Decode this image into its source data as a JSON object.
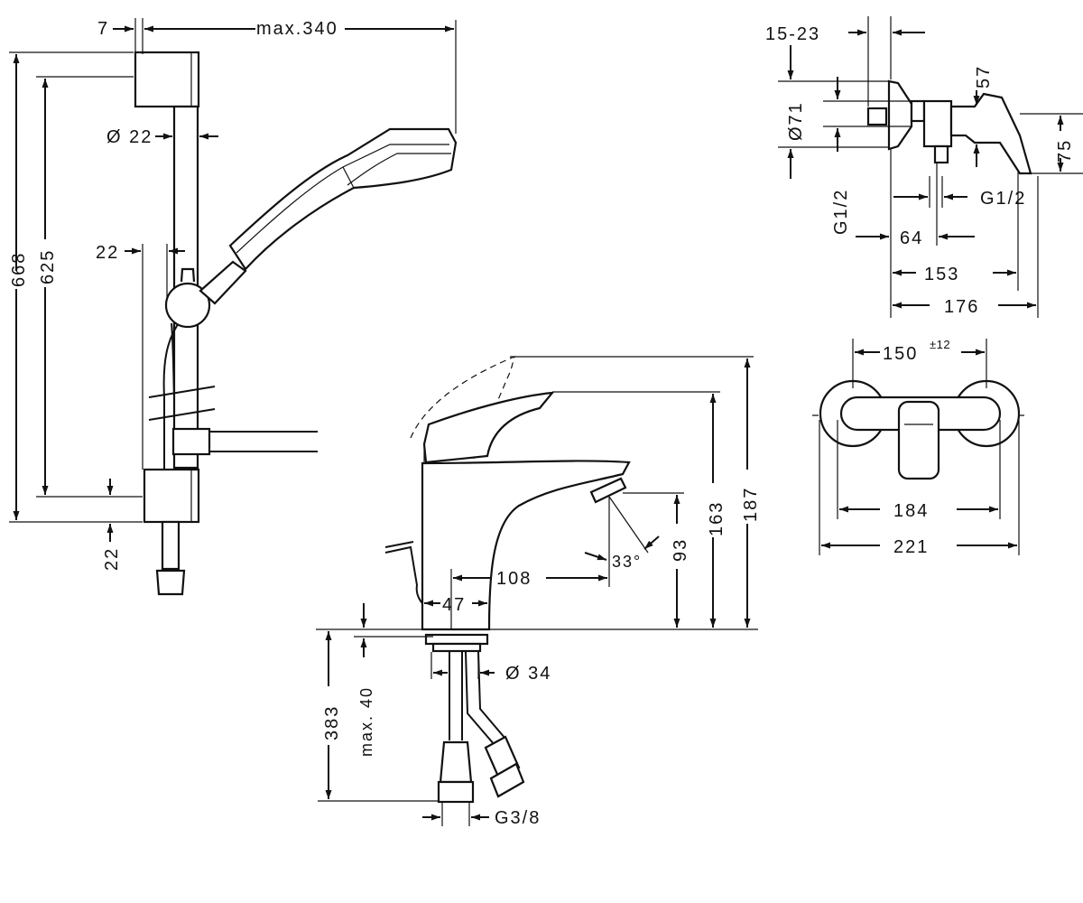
{
  "shower_set": {
    "dim_7": "7",
    "dim_max340": "max.340",
    "dim_d22": "Ø 22",
    "dim_22_offset": "22",
    "dim_668": "668",
    "dim_625": "625",
    "dim_22_bottom": "22"
  },
  "basin_mixer": {
    "dim_187": "187",
    "dim_163": "163",
    "dim_93": "93",
    "dim_33deg": "33°",
    "dim_108": "108",
    "dim_47": "47",
    "dim_d34": "Ø 34",
    "dim_383": "383",
    "dim_max40": "max. 40",
    "dim_g38": "G3/8"
  },
  "shower_mixer_side": {
    "dim_15_23": "15-23",
    "dim_57": "57",
    "dim_d71": "Ø71",
    "dim_75": "75",
    "dim_g12_left": "G1/2",
    "dim_g12_right": "G1/2",
    "dim_64": "64",
    "dim_153": "153",
    "dim_176": "176"
  },
  "shower_mixer_front": {
    "dim_150": "150",
    "dim_150_tol": "±12",
    "dim_184": "184",
    "dim_221": "221"
  }
}
